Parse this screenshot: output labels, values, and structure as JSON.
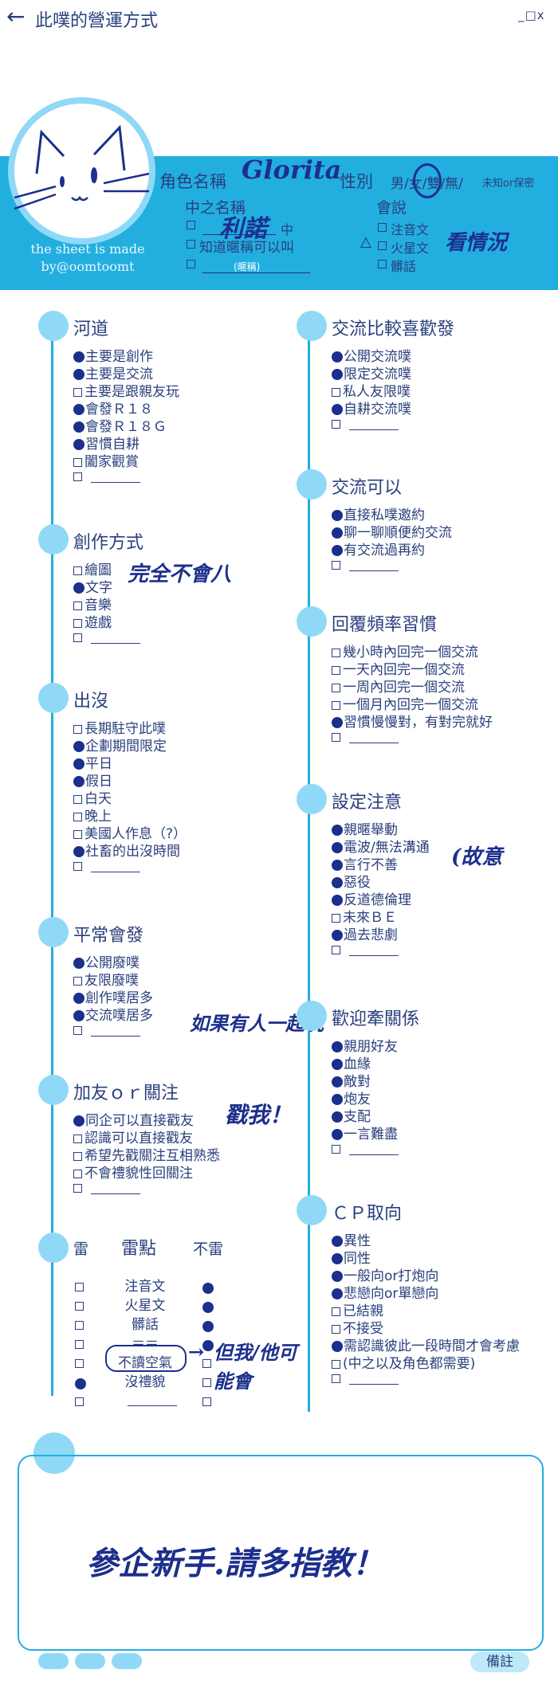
{
  "window": {
    "title": "此噗的營運方式",
    "controls": "_□x"
  },
  "header": {
    "role_label": "角色名稱",
    "role_value": "Glorita",
    "gender_label": "性別",
    "gender_options": "男/女/雙/無/",
    "gender_extra": "未知or保密",
    "alias_label": "中之名稱",
    "alias_value": "利諾",
    "alias_middle": "中",
    "alias_option": "知道暱稱可以叫",
    "nickname_hint": "(暱稱)",
    "speak_label": "會說",
    "speak_options": [
      "注音文",
      "火星文",
      "髒話"
    ],
    "speak_note": "看情況",
    "credit": "the sheet is made by@oomtoomt"
  },
  "left_sections": [
    {
      "title": "河道",
      "items": [
        {
          "label": "主要是創作",
          "checked": true
        },
        {
          "label": "主要是交流",
          "checked": true
        },
        {
          "label": "主要是跟親友玩",
          "checked": false
        },
        {
          "label": "會發Ｒ１８",
          "checked": true
        },
        {
          "label": "會發Ｒ１８Ｇ",
          "checked": true
        },
        {
          "label": "習慣自耕",
          "checked": true
        },
        {
          "label": "闔家觀賞",
          "checked": false
        }
      ]
    },
    {
      "title": "創作方式",
      "note": "完全不會八",
      "items": [
        {
          "label": "繪圖",
          "checked": false
        },
        {
          "label": "文字",
          "checked": true
        },
        {
          "label": "音樂",
          "checked": false
        },
        {
          "label": "遊戲",
          "checked": false
        }
      ]
    },
    {
      "title": "出沒",
      "items": [
        {
          "label": "長期駐守此噗",
          "checked": false
        },
        {
          "label": "企劃期間限定",
          "checked": true
        },
        {
          "label": "平日",
          "checked": true
        },
        {
          "label": "假日",
          "checked": true
        },
        {
          "label": "白天",
          "checked": false
        },
        {
          "label": "晚上",
          "checked": false
        },
        {
          "label": "美國人作息（?）",
          "checked": false
        },
        {
          "label": "社畜的出沒時間",
          "checked": true
        }
      ]
    },
    {
      "title": "平常會發",
      "note": "如果有人一起玩",
      "items": [
        {
          "label": "公開廢噗",
          "checked": true
        },
        {
          "label": "友限廢噗",
          "checked": false
        },
        {
          "label": "創作噗居多",
          "checked": true
        },
        {
          "label": "交流噗居多",
          "checked": true
        }
      ]
    },
    {
      "title": "加友ｏｒ關注",
      "note": "戳我！",
      "items": [
        {
          "label": "同企可以直接戳友",
          "checked": true
        },
        {
          "label": "認識可以直接戳友",
          "checked": false
        },
        {
          "label": "希望先戳關注互相熟悉",
          "checked": false
        },
        {
          "label": "不會禮貌性回關注",
          "checked": false
        }
      ]
    }
  ],
  "right_sections": [
    {
      "title": "交流比較喜歡發",
      "items": [
        {
          "label": "公開交流噗",
          "checked": true
        },
        {
          "label": "限定交流噗",
          "checked": true
        },
        {
          "label": "私人友限噗",
          "checked": false
        },
        {
          "label": "自耕交流噗",
          "checked": true
        }
      ]
    },
    {
      "title": "交流可以",
      "items": [
        {
          "label": "直接私噗邀約",
          "checked": true
        },
        {
          "label": "聊一聊順便約交流",
          "checked": true
        },
        {
          "label": "有交流過再約",
          "checked": true
        }
      ]
    },
    {
      "title": "回覆頻率習慣",
      "items": [
        {
          "label": "幾小時內回完一個交流",
          "checked": false
        },
        {
          "label": "一天內回完一個交流",
          "checked": false
        },
        {
          "label": "一周內回完一個交流",
          "checked": false
        },
        {
          "label": "一個月內回完一個交流",
          "checked": false
        },
        {
          "label": "習慣慢慢對，有對完就好",
          "checked": true
        }
      ]
    },
    {
      "title": "設定注意",
      "note": "(故意",
      "items": [
        {
          "label": "親暱舉動",
          "checked": true
        },
        {
          "label": "電波/無法溝通",
          "checked": true
        },
        {
          "label": "言行不善",
          "checked": true
        },
        {
          "label": "惡役",
          "checked": true
        },
        {
          "label": "反道德倫理",
          "checked": true
        },
        {
          "label": "未來ＢＥ",
          "checked": false
        },
        {
          "label": "過去悲劇",
          "checked": true
        }
      ]
    },
    {
      "title": "歡迎牽關係",
      "items": [
        {
          "label": "親朋好友",
          "checked": true
        },
        {
          "label": "血緣",
          "checked": true
        },
        {
          "label": "敵對",
          "checked": true
        },
        {
          "label": "炮友",
          "checked": true
        },
        {
          "label": "支配",
          "checked": true
        },
        {
          "label": "一言難盡",
          "checked": true
        }
      ]
    },
    {
      "title": "ＣＰ取向",
      "items": [
        {
          "label": "異性",
          "checked": true
        },
        {
          "label": "同性",
          "checked": true
        },
        {
          "label": "一般向or打炮向",
          "checked": true
        },
        {
          "label": "悲戀向or單戀向",
          "checked": true
        },
        {
          "label": "已結親",
          "checked": false
        },
        {
          "label": "不接受",
          "checked": false
        },
        {
          "label": "需認識彼此一段時間才會考慮",
          "checked": true
        },
        {
          "label": "(中之以及角色都需要)",
          "checked": false
        }
      ]
    }
  ],
  "mines": {
    "col_mine": "雷",
    "col_point": "雷點",
    "col_safe": "不雷",
    "rows": [
      {
        "label": "注音文",
        "mine": false,
        "safe": true
      },
      {
        "label": "火星文",
        "mine": false,
        "safe": true
      },
      {
        "label": "髒話",
        "mine": false,
        "safe": true
      },
      {
        "label": "＝＝",
        "mine": false,
        "safe": true
      },
      {
        "label": "不讀空氣",
        "mine": false,
        "safe": false
      },
      {
        "label": "沒禮貌",
        "mine": true,
        "safe": false
      }
    ],
    "note": "但我/他可能會"
  },
  "memo": {
    "text": "參企新手.請多指教！",
    "button": "備註"
  }
}
